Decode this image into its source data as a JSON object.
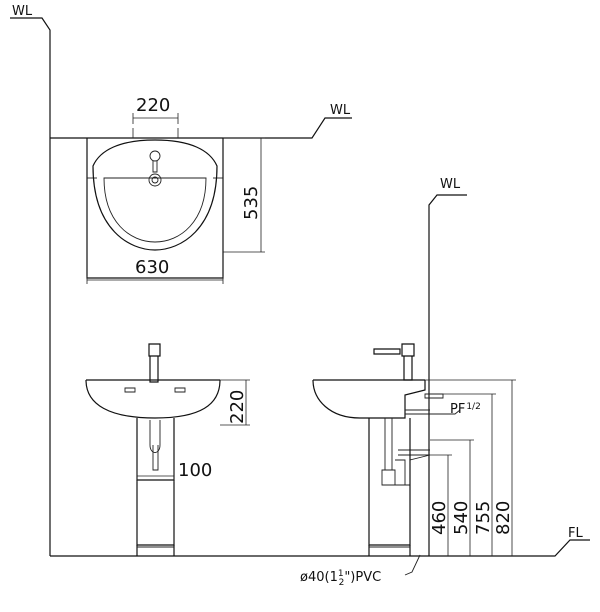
{
  "labels": {
    "wl_top": "WL",
    "wl_plan": "WL",
    "wl_side": "WL",
    "fl": "FL",
    "pf": "PF",
    "pf_size": "1/2",
    "pvc_prefix": "ø40(1",
    "pvc_num": "1",
    "pvc_den": "2",
    "pvc_suffix": "\")PVC"
  },
  "dimensions": {
    "tap_spacing": "220",
    "plan_depth": "535",
    "plan_width": "630",
    "front_height": "220",
    "pedestal_width": "100",
    "h1": "460",
    "h2": "540",
    "h3": "755",
    "h4": "820"
  }
}
